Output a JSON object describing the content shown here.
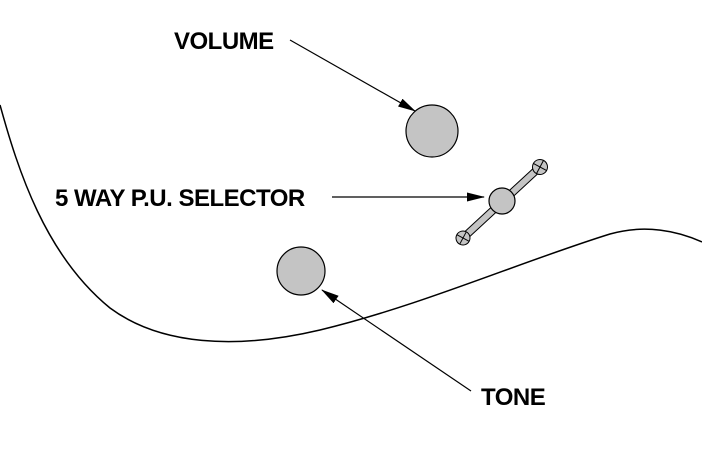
{
  "diagram": {
    "title": "guitar-controls-diagram",
    "labels": {
      "volume": "VOLUME",
      "selector": "5 WAY P.U. SELECTOR",
      "tone": "TONE"
    },
    "colors": {
      "knob_fill": "#c4c4c4",
      "line": "#000000",
      "background": "#ffffff"
    }
  }
}
